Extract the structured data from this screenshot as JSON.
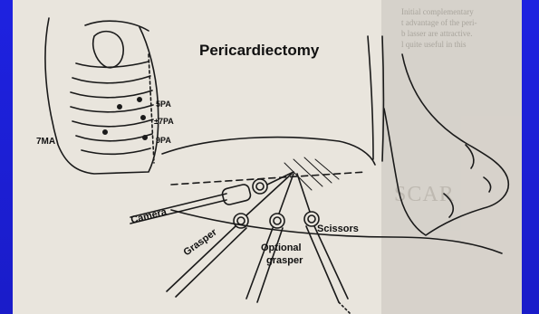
{
  "figure": {
    "title": "Pericardiectomy",
    "port_labels": {
      "ma7": "7MA",
      "pa5": "5PA",
      "pa7": "±7PA",
      "pa9": "9PA"
    },
    "instrument_labels": {
      "camera": "Camera",
      "grasper": "Grasper",
      "optional_line1": "Optional",
      "optional_line2": "grasper",
      "scissors": "Scissors"
    }
  },
  "background_page": {
    "fragments": [
      "Initial complementary",
      "t  advantage of the peri-",
      "b  lasser are attractive.",
      "l  quite useful in this"
    ],
    "heading_fragment": "SCAR"
  },
  "colors": {
    "slide_blue": "#1b1fd8",
    "paper": "#e9e5dd",
    "ink": "#111111"
  }
}
